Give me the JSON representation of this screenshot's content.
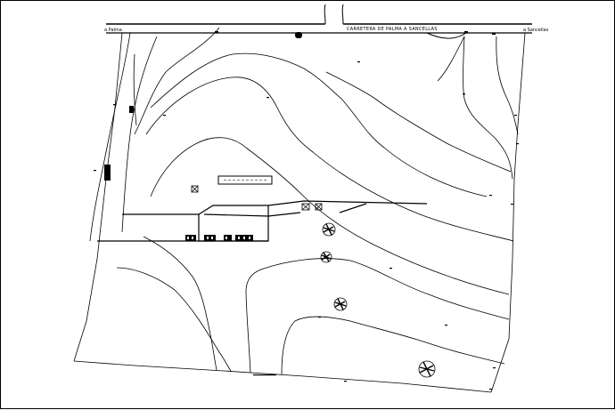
{
  "plan": {
    "road_label": "CARRETERA DE PALMA A SANCELLAS",
    "left_direction": "a Palma",
    "right_direction": "a Sancellas"
  },
  "colors": {
    "line": "#000000",
    "background": "#ffffff"
  }
}
